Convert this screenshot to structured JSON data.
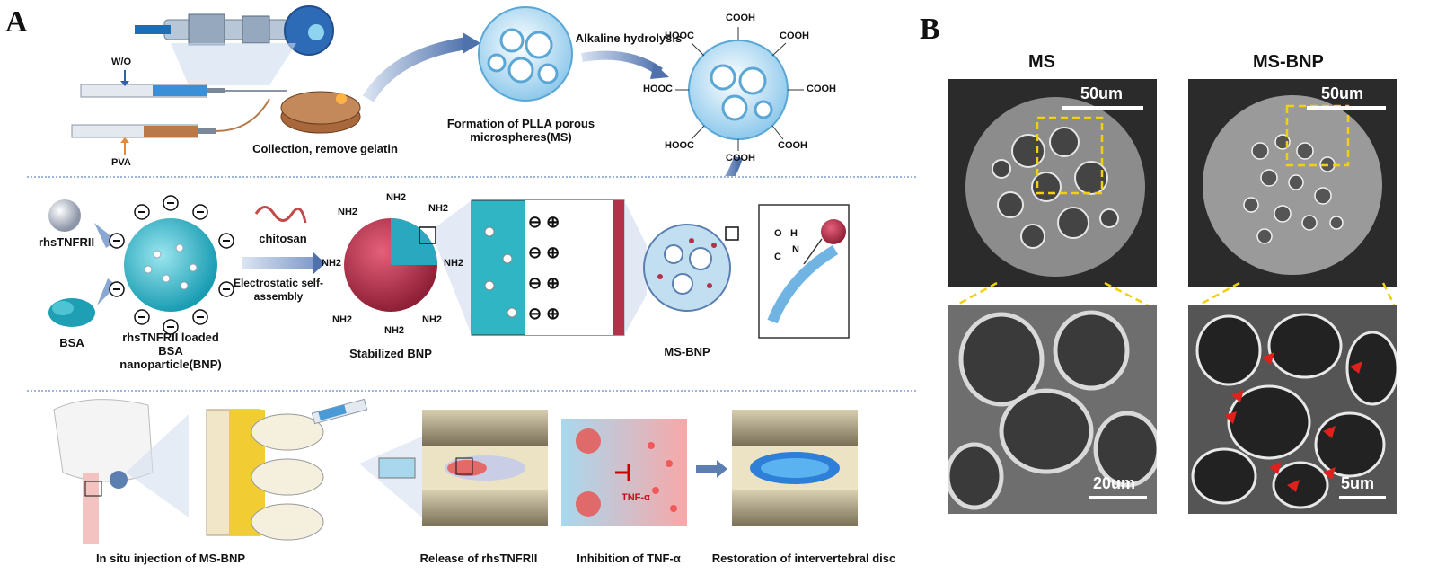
{
  "panel_a": {
    "letter": "A",
    "wo": "W/O",
    "pva": "PVA",
    "collection": "Collection, remove gelatin",
    "formation": "Formation of PLLA porous microspheres(MS)",
    "alkaline": "Alkaline hydrolysis",
    "cooh": "COOH",
    "hooc": "HOOC",
    "rhs": "rhsTNFRII",
    "bsa": "BSA",
    "chitosan": "chitosan",
    "electrostatic": "Electrostatic self-assembly",
    "bnp": "rhsTNFRII loaded BSA nanoparticle(BNP)",
    "stabilized": "Stabilized BNP",
    "ms_bnp": "MS-BNP",
    "nh2": "NH2",
    "amide_o": "O",
    "amide_c": "C",
    "amide_n": "N",
    "amide_h": "H",
    "injection": "In situ injection of MS-BNP",
    "release": "Release of  rhsTNFRII",
    "inhibition": "Inhibition of TNF-α",
    "restoration": "Restoration of intervertebral disc",
    "tnf": "TNF-α"
  },
  "panel_b": {
    "letter": "B",
    "ms_title": "MS",
    "msbnp_title": "MS-BNP",
    "scale_50": "50um",
    "scale_20": "20um",
    "scale_5": "5um"
  },
  "colors": {
    "arrow": "#6f8fbf",
    "bnp_blue": "#2cb5c8",
    "shell_red": "#b3324a",
    "sem_highlight": "#f0d010",
    "red_arrow": "#e0201c",
    "tnf_pink": "#f05a5a"
  }
}
